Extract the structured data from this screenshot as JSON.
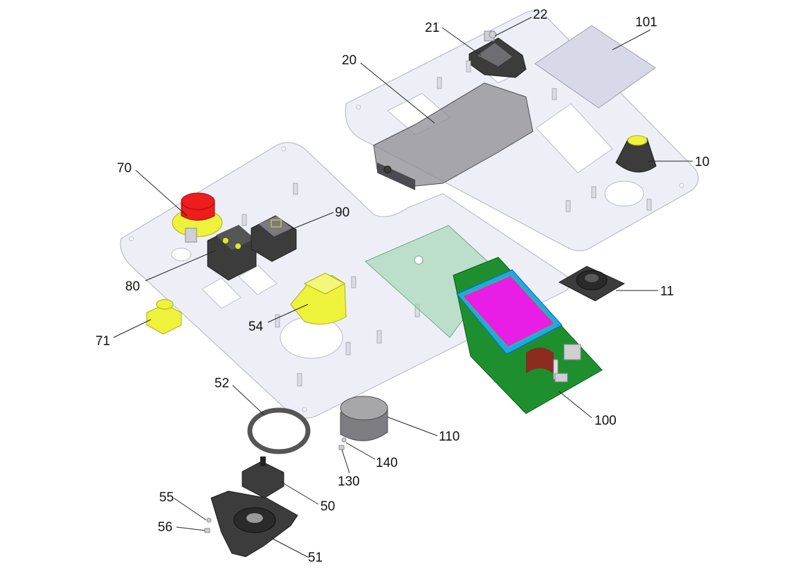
{
  "colors": {
    "plate": "#e9ebf4",
    "emergency_button_red": "#ee1c1c",
    "yellow_parts": "#eef23a",
    "pcb_green": "#1e8f2e",
    "display_magenta": "#e81ee6",
    "display_border_blue": "#1fa6f0",
    "dark_parts": "#3c3c3c",
    "transparent_green_sheet": "#9fd6b3"
  },
  "callouts": {
    "c10": "10",
    "c11": "11",
    "c20": "20",
    "c21": "21",
    "c22": "22",
    "c50": "50",
    "c51": "51",
    "c52": "52",
    "c54": "54",
    "c55": "55",
    "c56": "56",
    "c70": "70",
    "c71": "71",
    "c80": "80",
    "c90": "90",
    "c100": "100",
    "c101": "101",
    "c110": "110",
    "c130": "130",
    "c140": "140"
  }
}
